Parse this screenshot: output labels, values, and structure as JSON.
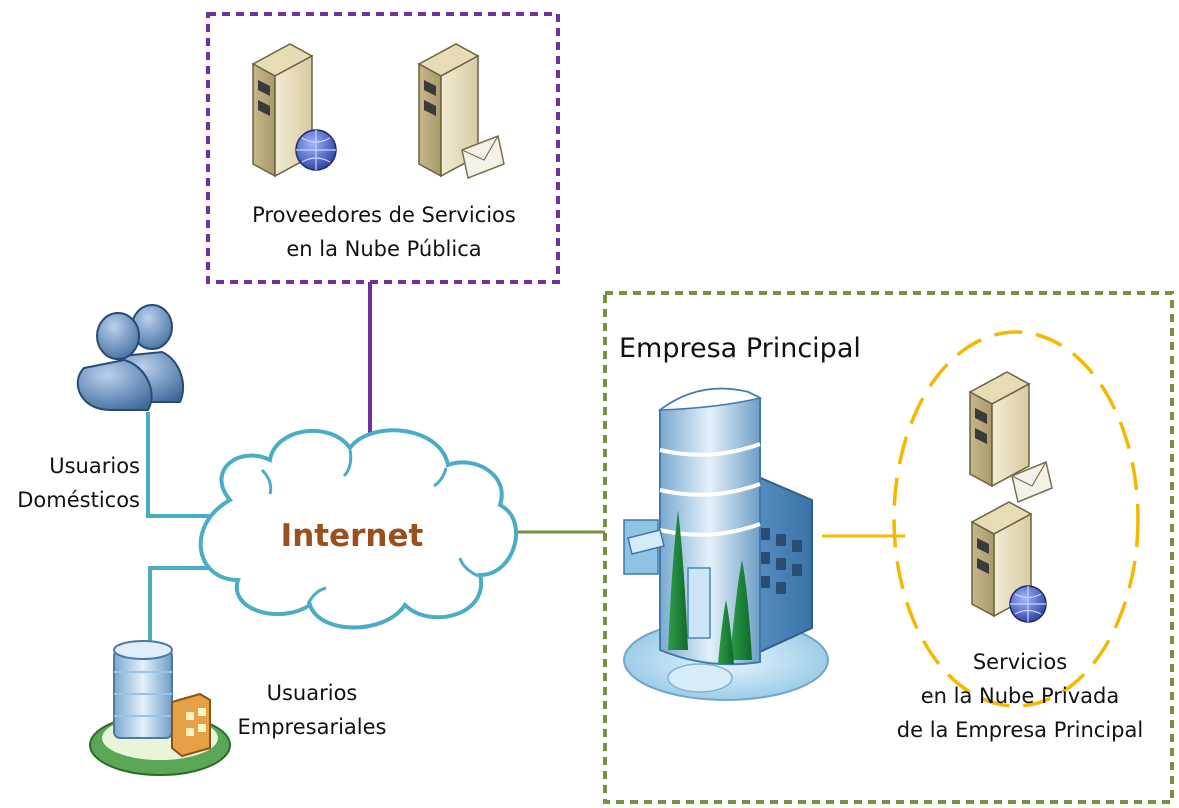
{
  "diagram": {
    "public_cloud": {
      "label_line1": "Proveedores de Servicios",
      "label_line2": "en la Nube Pública"
    },
    "home_users": {
      "label_line1": "Usuarios",
      "label_line2": "Domésticos"
    },
    "business_users": {
      "label_line1": "Usuarios",
      "label_line2": "Empresariales"
    },
    "internet": {
      "label": "Internet"
    },
    "enterprise": {
      "title": "Empresa Principal"
    },
    "private_cloud": {
      "label_line1": "Servicios",
      "label_line2": "en la Nube Privada",
      "label_line3": "de la Empresa Principal"
    },
    "colors": {
      "public_border": "#7030a0",
      "enterprise_border": "#76923c",
      "private_circle": "#f5b800",
      "user_link": "#4bacc6",
      "cloud_outline": "#4bacc6"
    },
    "icons": [
      "web-server-icon",
      "mail-server-icon",
      "users-icon",
      "office-building-icon",
      "headquarters-building-icon",
      "internet-cloud-icon"
    ]
  }
}
